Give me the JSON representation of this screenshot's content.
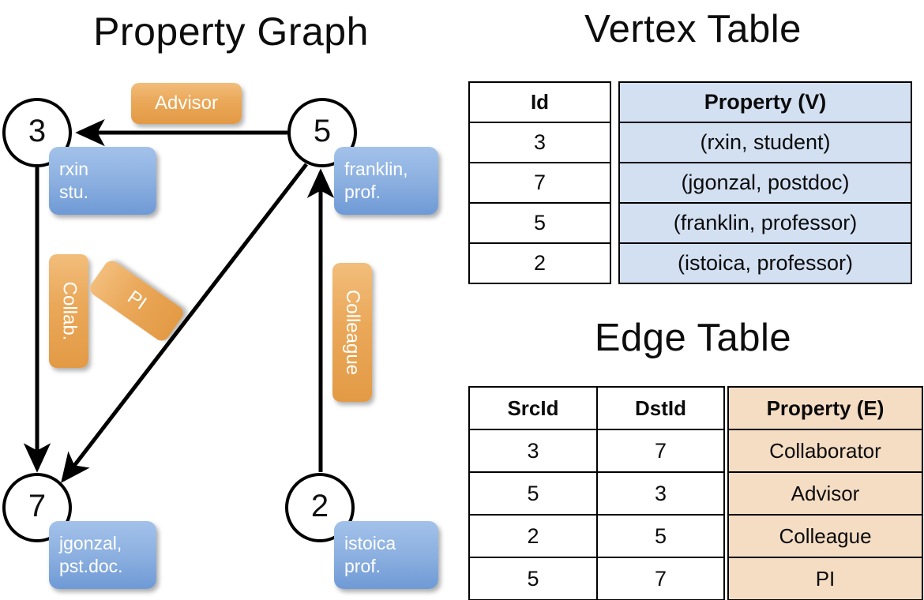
{
  "titles": {
    "property_graph": "Property Graph",
    "vertex_table": "Vertex Table",
    "edge_table": "Edge Table"
  },
  "graph": {
    "nodes": [
      {
        "id": "3",
        "property_lines": [
          "rxin",
          "stu."
        ]
      },
      {
        "id": "5",
        "property_lines": [
          "franklin,",
          "prof."
        ]
      },
      {
        "id": "7",
        "property_lines": [
          "jgonzal,",
          "pst.doc."
        ]
      },
      {
        "id": "2",
        "property_lines": [
          "istoica",
          "prof."
        ]
      }
    ],
    "edge_labels": [
      {
        "name": "advisor",
        "text": "Advisor"
      },
      {
        "name": "collaborator",
        "text": "Collab."
      },
      {
        "name": "pi",
        "text": "PI"
      },
      {
        "name": "colleague",
        "text": "Colleague"
      }
    ],
    "edges": [
      {
        "src": "5",
        "dst": "3",
        "label": "Advisor"
      },
      {
        "src": "3",
        "dst": "7",
        "label": "Collab."
      },
      {
        "src": "5",
        "dst": "7",
        "label": "PI"
      },
      {
        "src": "2",
        "dst": "5",
        "label": "Colleague"
      }
    ]
  },
  "vertex_table": {
    "headers": [
      "Id",
      "Property (V)"
    ],
    "rows": [
      {
        "id": "3",
        "property": "(rxin, student)"
      },
      {
        "id": "7",
        "property": "(jgonzal, postdoc)"
      },
      {
        "id": "5",
        "property": "(franklin, professor)"
      },
      {
        "id": "2",
        "property": "(istoica, professor)"
      }
    ]
  },
  "edge_table": {
    "headers": [
      "SrcId",
      "DstId",
      "Property (E)"
    ],
    "rows": [
      {
        "src": "3",
        "dst": "7",
        "property": "Collaborator"
      },
      {
        "src": "5",
        "dst": "3",
        "property": "Advisor"
      },
      {
        "src": "2",
        "dst": "5",
        "property": "Colleague"
      },
      {
        "src": "5",
        "dst": "7",
        "property": "PI"
      }
    ]
  },
  "colors": {
    "vertex_property_fill": "#d3e0f2",
    "edge_property_fill": "#f5ddc4",
    "node_box_blue": "#8cb0e0",
    "edge_label_orange": "#eaa859",
    "stroke": "#000000"
  }
}
